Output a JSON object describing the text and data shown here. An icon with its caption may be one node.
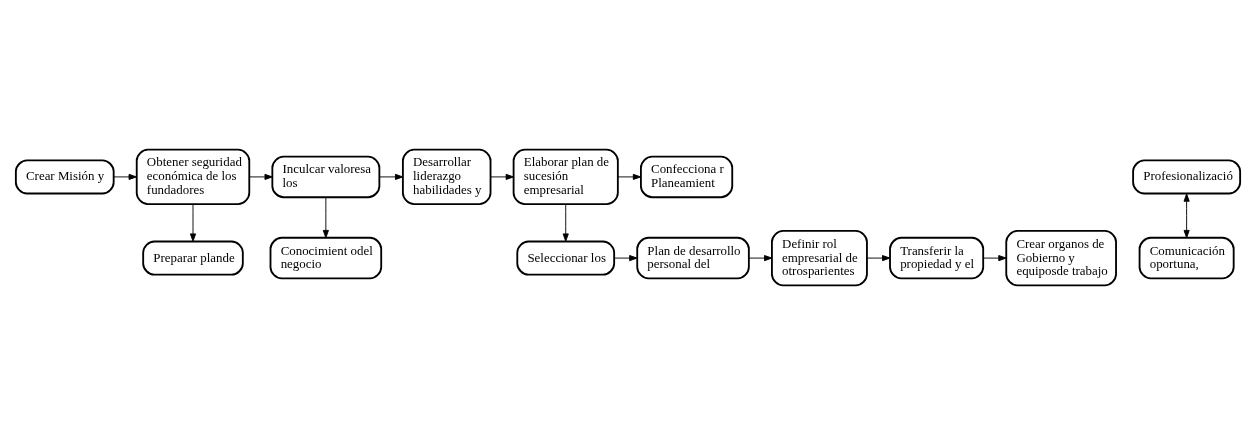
{
  "diagram": {
    "nodes": [
      {
        "text": [
          "Crear Misión y"
        ]
      },
      {
        "text": [
          "Obtener seguridad económica de los fundadores"
        ]
      },
      {
        "text": [
          "Inculcar valoresa los"
        ]
      },
      {
        "text": [
          "Desarrollar liderazgo habilidades y"
        ]
      },
      {
        "text": [
          "Profesionalizació"
        ]
      },
      {
        "text": [
          "Elaborar plan de sucesión empresarial"
        ]
      },
      {
        "text": [
          "Confecciona r Planeamient"
        ]
      },
      {
        "text": [
          "Preparar plande"
        ]
      },
      {
        "text": [
          "Conocimient odel negocio"
        ]
      },
      {
        "text": [
          "Comunicación oportuna,"
        ]
      },
      {
        "text": [
          "Seleccionar los"
        ]
      },
      {
        "text": [
          "Plan de desarrollo personal del"
        ]
      },
      {
        "text": [
          "Definir rol empresarial de otrosparientes"
        ]
      },
      {
        "text": [
          "Transferir la propiedad y el"
        ]
      },
      {
        "text": [
          "Crear organos de Gobierno y equiposde trabajo"
        ]
      }
    ],
    "edges": [
      {
        "from": 0,
        "to": 1,
        "arrow": "to"
      },
      {
        "from": 1,
        "to": 2,
        "arrow": "to"
      },
      {
        "from": 1,
        "to": 7,
        "arrow": "to"
      },
      {
        "from": 2,
        "to": 3,
        "arrow": "to"
      },
      {
        "from": 2,
        "to": 8,
        "arrow": "to"
      },
      {
        "from": 3,
        "to": 5,
        "arrow": "to"
      },
      {
        "from": 4,
        "to": 9,
        "arrow": "both"
      },
      {
        "from": 5,
        "to": 6,
        "arrow": "to"
      },
      {
        "from": 5,
        "to": 10,
        "arrow": "to"
      },
      {
        "from": 10,
        "to": 11,
        "arrow": "to"
      },
      {
        "from": 11,
        "to": 12,
        "arrow": "to"
      },
      {
        "from": 12,
        "to": 13,
        "arrow": "to"
      },
      {
        "from": 13,
        "to": 14,
        "arrow": "to"
      }
    ]
  }
}
